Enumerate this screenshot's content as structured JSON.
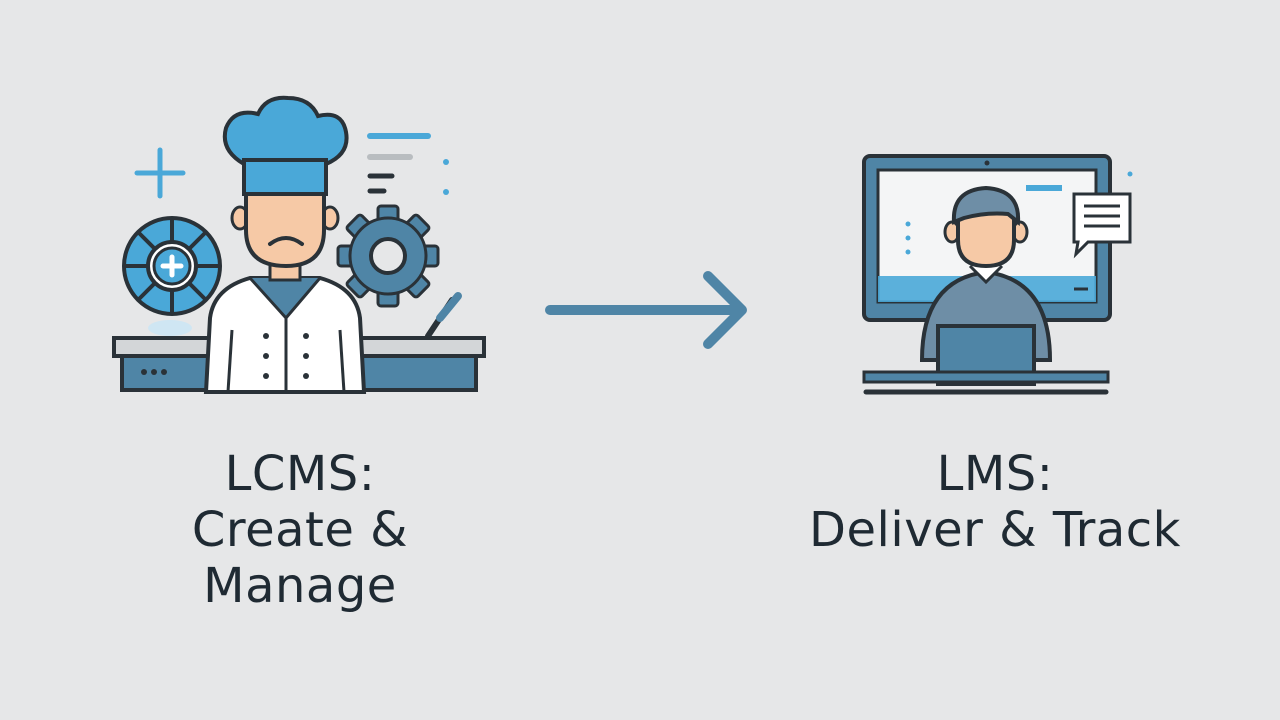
{
  "left": {
    "line1": "LCMS:",
    "line2": "Create &",
    "line3": "Manage",
    "icon": "chef-with-gear-icon"
  },
  "right": {
    "line1": "LMS:",
    "line2": "Deliver & Track",
    "icon": "learner-at-monitor-icon"
  },
  "arrow": {
    "icon": "arrow-right-icon"
  },
  "colors": {
    "background": "#e6e7e8",
    "accent_blue": "#4aa8d8",
    "steel_blue": "#4f85a6",
    "outline": "#2a3238",
    "skin": "#f6c9a6"
  }
}
